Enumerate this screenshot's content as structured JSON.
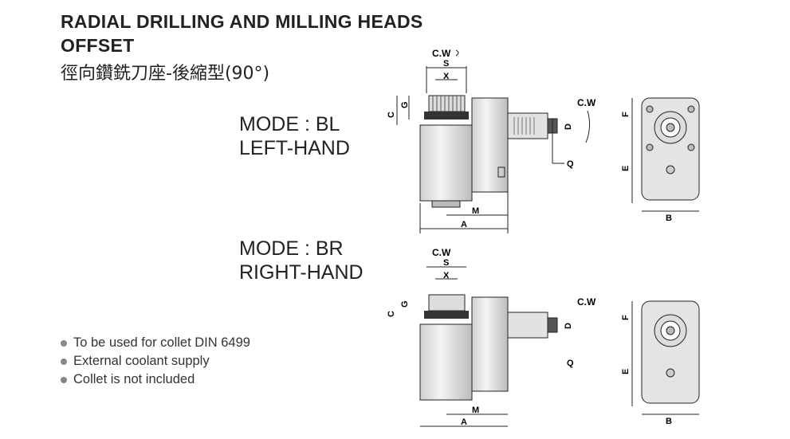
{
  "header": {
    "title_line1": "RADIAL DRILLING AND MILLING HEADS",
    "title_line2": "OFFSET",
    "title_line3": "徑向鑽銑刀座-後縮型(90°)"
  },
  "modes": [
    {
      "line1": "MODE : BL",
      "line2": "LEFT-HAND"
    },
    {
      "line1": "MODE : BR",
      "line2": "RIGHT-HAND"
    }
  ],
  "notes": [
    "To be used for collet DIN 6499",
    "External coolant supply",
    "Collet is not included"
  ],
  "dims": {
    "cw": "C.W",
    "s": "S",
    "x": "X",
    "c": "C",
    "g": "G",
    "d": "D",
    "q": "Q",
    "m": "M",
    "a": "A",
    "f": "F",
    "e": "E",
    "b": "B"
  },
  "colors": {
    "line": "#222222",
    "body": "#e9e9e9",
    "body_dark": "#bdbdbd"
  }
}
